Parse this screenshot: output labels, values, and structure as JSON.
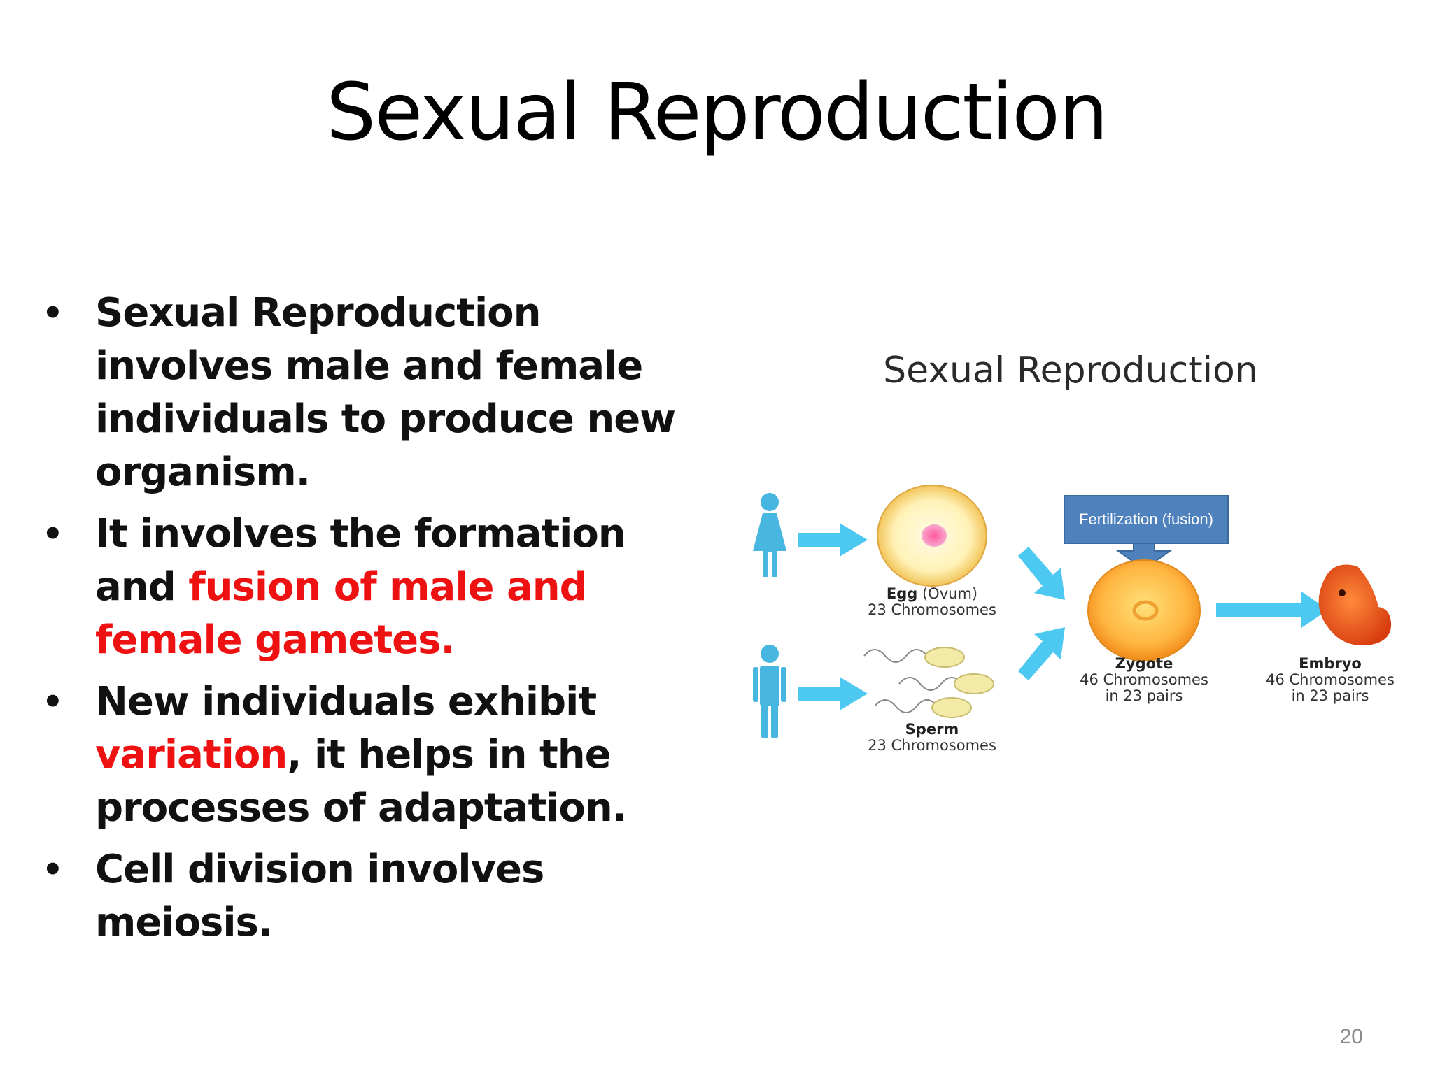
{
  "slide": {
    "title": "Sexual Reproduction",
    "page_number": "20"
  },
  "bullets": [
    {
      "text": "Sexual Reproduction involves male and female individuals to produce new organism."
    },
    {
      "text_pre": "It involves the formation and ",
      "text_red": "fusion of male and female gametes.",
      "text_post": ""
    },
    {
      "text_pre": "New individuals exhibit ",
      "text_red": "variation",
      "text_post": ", it helps in the processes of adaptation."
    },
    {
      "text": "Cell division involves meiosis."
    }
  ],
  "bullet_symbol": "•",
  "colors": {
    "highlight": "#ee1111",
    "arrow": "#4dc8f0",
    "person": "#47b6e0",
    "fert_box": "#4f81bd"
  },
  "diagram": {
    "title": "Sexual Reproduction",
    "fertilization_label": "Fertilization (fusion)",
    "egg": {
      "name": "Egg",
      "suffix": " (Ovum)",
      "detail": "23 Chromosomes"
    },
    "sperm": {
      "name": "Sperm",
      "detail": "23 Chromosomes"
    },
    "zygote": {
      "name": "Zygote",
      "detail1": "46 Chromosomes",
      "detail2": "in 23 pairs"
    },
    "embryo": {
      "name": "Embryo",
      "detail1": "46 Chromosomes",
      "detail2": "in 23 pairs"
    },
    "icons": [
      "female-person-icon",
      "male-person-icon",
      "egg-cell-icon",
      "sperm-cell-icon",
      "zygote-cell-icon",
      "embryo-icon"
    ]
  }
}
